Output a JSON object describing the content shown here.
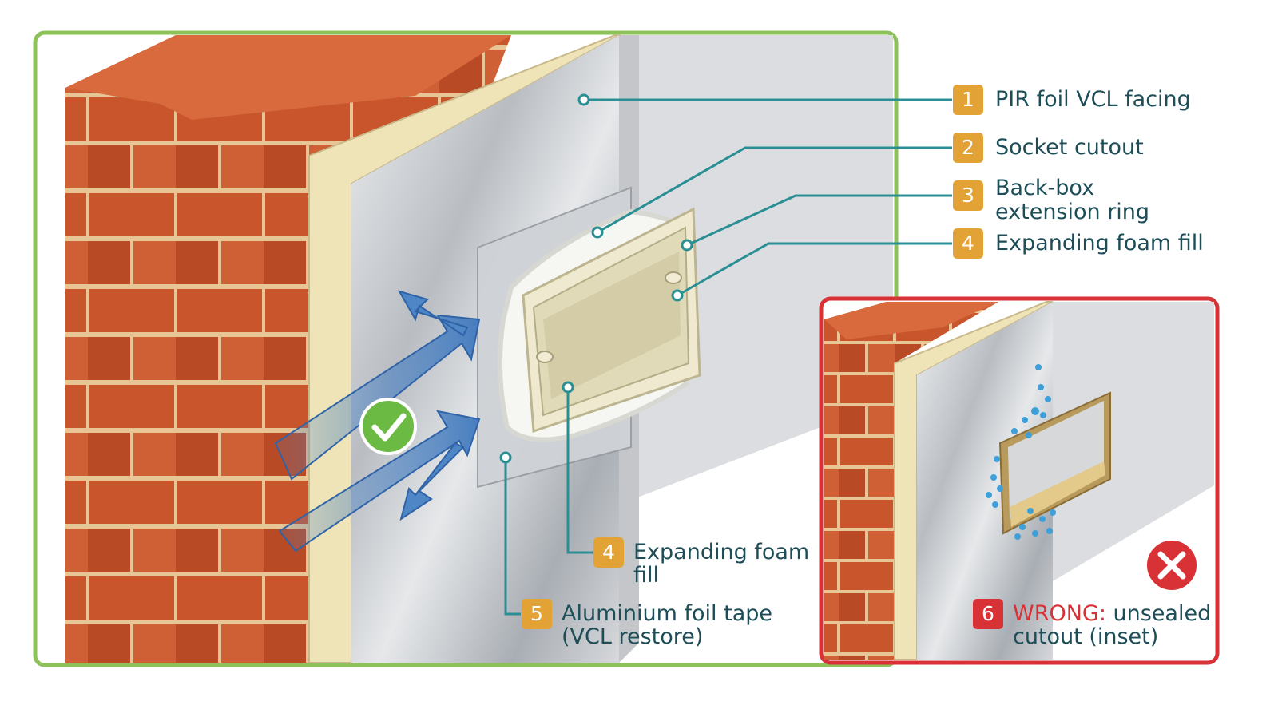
{
  "colors": {
    "panel_border_ok": "#8dc15a",
    "panel_border_wrong": "#d93236",
    "leader_line": "#2a8f94",
    "badge_fill": "#e2a236",
    "badge_wrong": "#d93236",
    "label_text": "#1d4d57",
    "brick": "#c9552d",
    "mortar": "#e8c89a",
    "insulation": "#efe4b8",
    "foil": "#c9ccd0",
    "wall": "#dcdde0",
    "airflow": "#4f86c6",
    "water": "#3e9fd9"
  },
  "callouts": [
    {
      "number": "1",
      "text": "PIR foil VCL facing"
    },
    {
      "number": "2",
      "text": "Socket cutout"
    },
    {
      "number": "3",
      "text_line1": "Back-box",
      "text_line2": "extension ring"
    },
    {
      "number": "4",
      "text": "Expanding foam fill"
    }
  ],
  "lower_callouts": [
    {
      "number": "4",
      "text_line1": "Expanding foam",
      "text_line2": "fill"
    },
    {
      "number": "5",
      "text_line1": "Aluminium foil tape",
      "text_line2": "(VCL restore)"
    }
  ],
  "inset": {
    "number": "6",
    "wrong_word": "WRONG:",
    "text_line1_rest": " unsealed",
    "text_line2": "cutout (inset)"
  },
  "icons": {
    "correct": "check-circle-icon",
    "wrong": "x-circle-icon",
    "airflow": "airflow-arrows-icon",
    "condensation": "water-droplets-icon"
  }
}
